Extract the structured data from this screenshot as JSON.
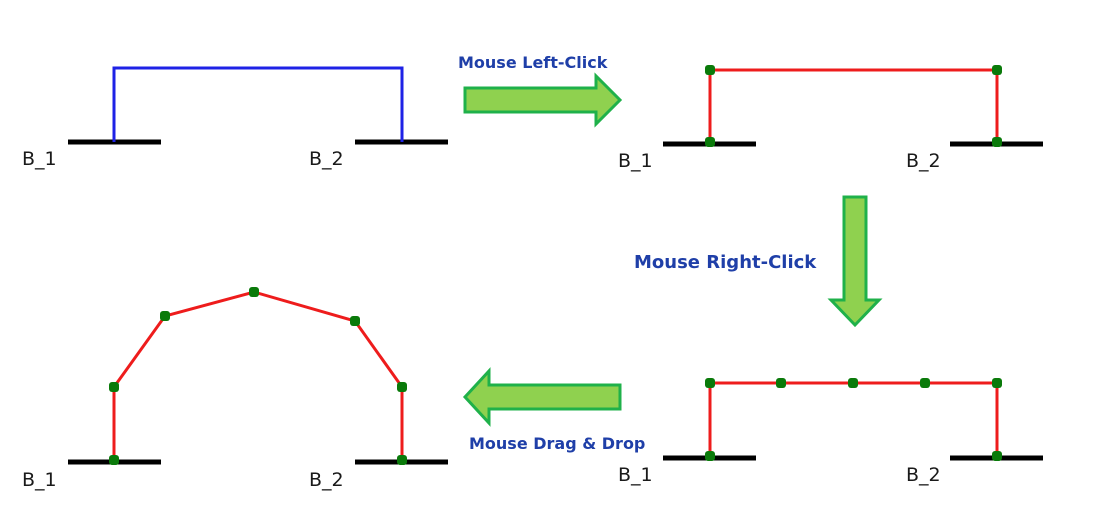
{
  "colors": {
    "wire_initial": "#1e22e6",
    "wire_selected": "#ee1c1c",
    "node": "#0a7a0a",
    "bus": "#000000",
    "arrow_fill": "#8fd14f",
    "arrow_stroke": "#1fb14a",
    "step_text": "#1f3fa8"
  },
  "panels": {
    "initial": {
      "bus_left": "B_1",
      "bus_right": "B_2"
    },
    "selected": {
      "bus_left": "B_1",
      "bus_right": "B_2"
    },
    "subdivided": {
      "bus_left": "B_1",
      "bus_right": "B_2"
    },
    "dragged": {
      "bus_left": "B_1",
      "bus_right": "B_2"
    }
  },
  "steps": {
    "left_click": "Mouse Left-Click",
    "right_click": "Mouse Right-Click",
    "drag_drop": "Mouse Drag & Drop"
  },
  "icons": {
    "arrow_right": "arrow-right-icon",
    "arrow_down": "arrow-down-icon",
    "arrow_left": "arrow-left-icon"
  }
}
